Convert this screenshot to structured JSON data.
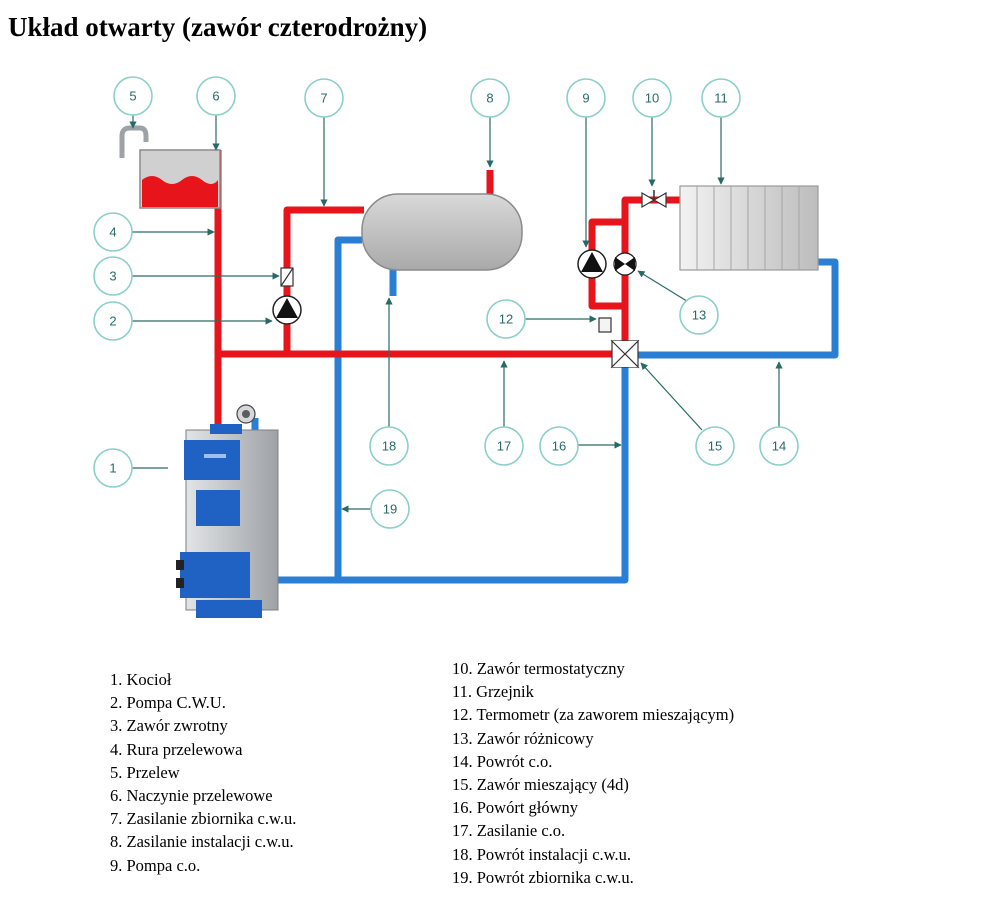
{
  "title": "Układ otwarty (zawór czterodrożny)",
  "callout_numbers": [
    "1",
    "2",
    "3",
    "4",
    "5",
    "6",
    "7",
    "8",
    "9",
    "10",
    "11",
    "12",
    "13",
    "14",
    "15",
    "16",
    "17",
    "18",
    "19"
  ],
  "legend_left": [
    "1. Kocioł",
    "2. Pompa C.W.U.",
    "3. Zawór zwrotny",
    "4. Rura przelewowa",
    "5. Przelew",
    "6. Naczynie przelewowe",
    "7. Zasilanie zbiornika c.w.u.",
    "8. Zasilanie instalacji c.w.u.",
    "9. Pompa c.o."
  ],
  "legend_right": [
    "10. Zawór termostatyczny",
    "11. Grzejnik",
    "12. Termometr (za zaworem mieszającym)",
    "13. Zawór różnicowy",
    "14. Powrót c.o.",
    "15. Zawór mieszający (4d)",
    "16. Powórt główny",
    "17. Zasilanie c.o.",
    "18. Powrót instalacji c.w.u.",
    "19. Powrót zbiornika c.w.u."
  ],
  "colors": {
    "supply_pipe": "#e8141c",
    "return_pipe": "#2a7fd4",
    "callout_outline": "#8ad0c8",
    "callout_text": "#2a6a66",
    "boiler_blue": "#1f62c4",
    "boiler_grey": "#b9bcc0",
    "tank_grey": "#c3c3c3"
  }
}
